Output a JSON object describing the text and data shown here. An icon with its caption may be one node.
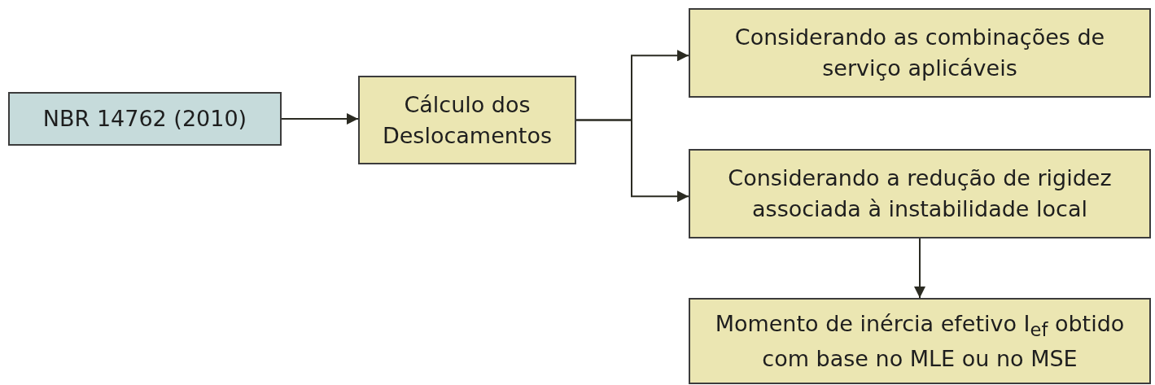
{
  "diagram": {
    "nodes": [
      {
        "text": [
          "NBR 14762 (2010)"
        ]
      },
      {
        "text": [
          "Cálculo dos Deslocamentos"
        ]
      },
      {
        "text": [
          "Considerando as combinações de serviço aplicáveis"
        ]
      },
      {
        "text": [
          "Considerando a redução de rigidez associada à instabilidade local"
        ]
      },
      {
        "text": [
          "Momento de inércia efetivo I$_{ef}$ obtido com base no MLE ou no MSE"
        ]
      }
    ],
    "edges": [
      {
        "from": 0,
        "to": 1,
        "arrow": "to"
      },
      {
        "from": 1,
        "to": 2,
        "arrow": "to"
      },
      {
        "from": 1,
        "to": 3,
        "arrow": "to"
      },
      {
        "from": 3,
        "to": 4,
        "arrow": "to"
      }
    ]
  }
}
